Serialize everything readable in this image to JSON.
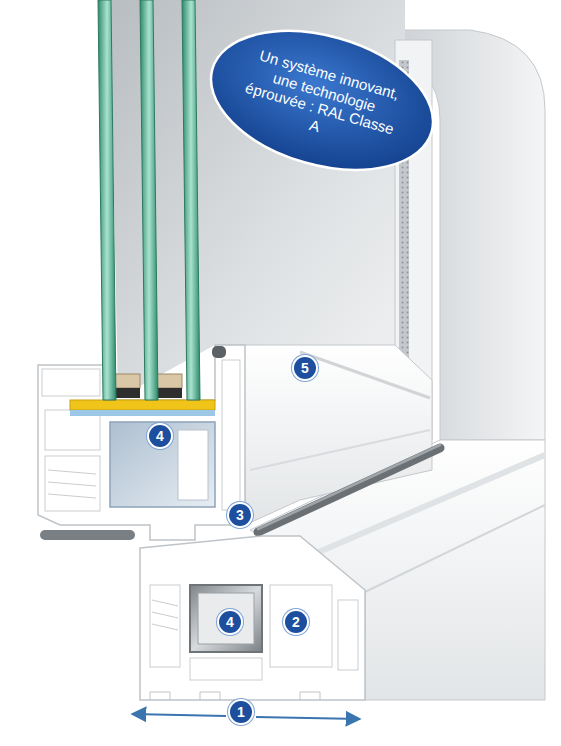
{
  "diagram": {
    "nodes": [
      {
        "text": [
          "Un système innovant, une technologie éprouvée : RAL Classe A"
        ]
      }
    ],
    "labels": [
      "5",
      "4",
      "3",
      "4",
      "2",
      "1"
    ]
  }
}
